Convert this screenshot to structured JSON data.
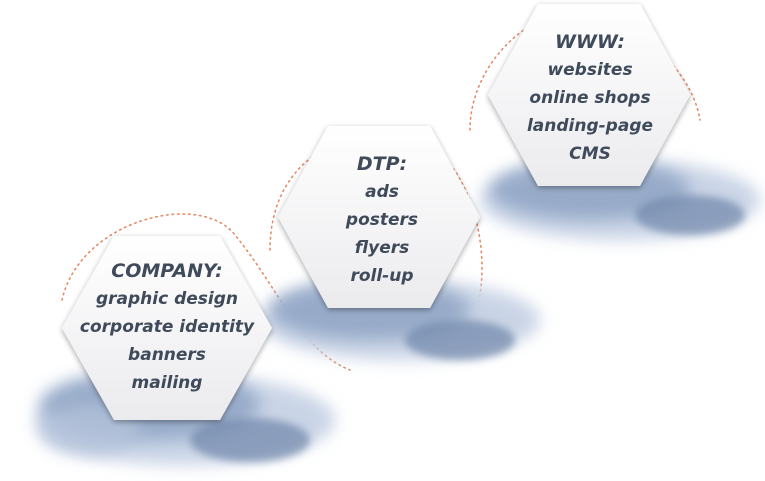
{
  "hexagons": [
    {
      "title": "COMPANY:",
      "items": [
        "graphic design",
        "corporate identity",
        "banners",
        "mailing"
      ]
    },
    {
      "title": "DTP:",
      "items": [
        "ads",
        "posters",
        "flyers",
        "roll-up"
      ]
    },
    {
      "title": "WWW:",
      "items": [
        "websites",
        "online shops",
        "landing-page",
        "CMS"
      ]
    }
  ],
  "colors": {
    "text": "#3f4a5a",
    "dotted_path": "#e0784a",
    "hex_fill": "#f3f3f5",
    "cloud": "#8fa4c4"
  }
}
